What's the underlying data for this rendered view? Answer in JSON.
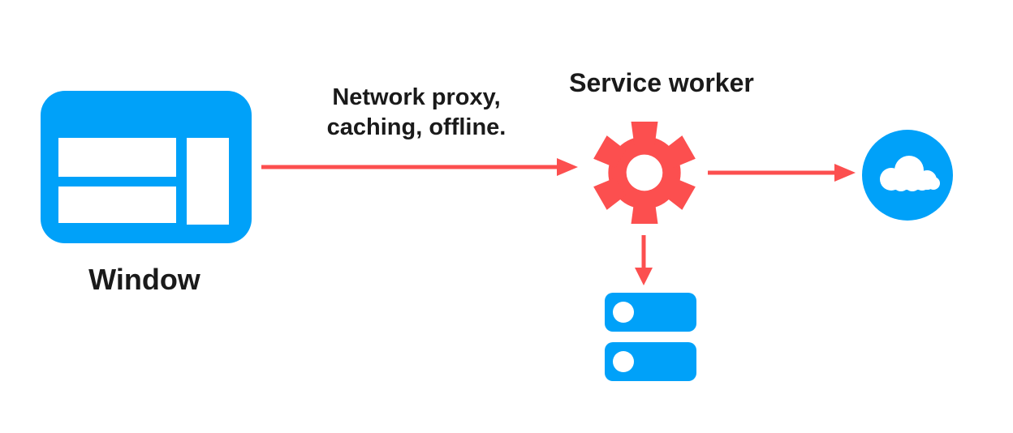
{
  "colors": {
    "blue": "#00a1f9",
    "red": "#fc4f4f",
    "text": "#1a1a1a",
    "background": "#ffffff"
  },
  "nodes": {
    "window": {
      "label": "Window",
      "icon": "browser-window-icon"
    },
    "service_worker": {
      "label": "Service worker",
      "icon": "gear-icon"
    },
    "network": {
      "icon": "cloud-icon"
    },
    "storage": {
      "icon": "database-icon"
    }
  },
  "edges": {
    "window_to_service_worker": {
      "label_line1": "Network proxy,",
      "label_line2": "caching, offline.",
      "direction": "right"
    },
    "service_worker_to_network": {
      "direction": "right"
    },
    "service_worker_to_storage": {
      "direction": "down"
    }
  }
}
